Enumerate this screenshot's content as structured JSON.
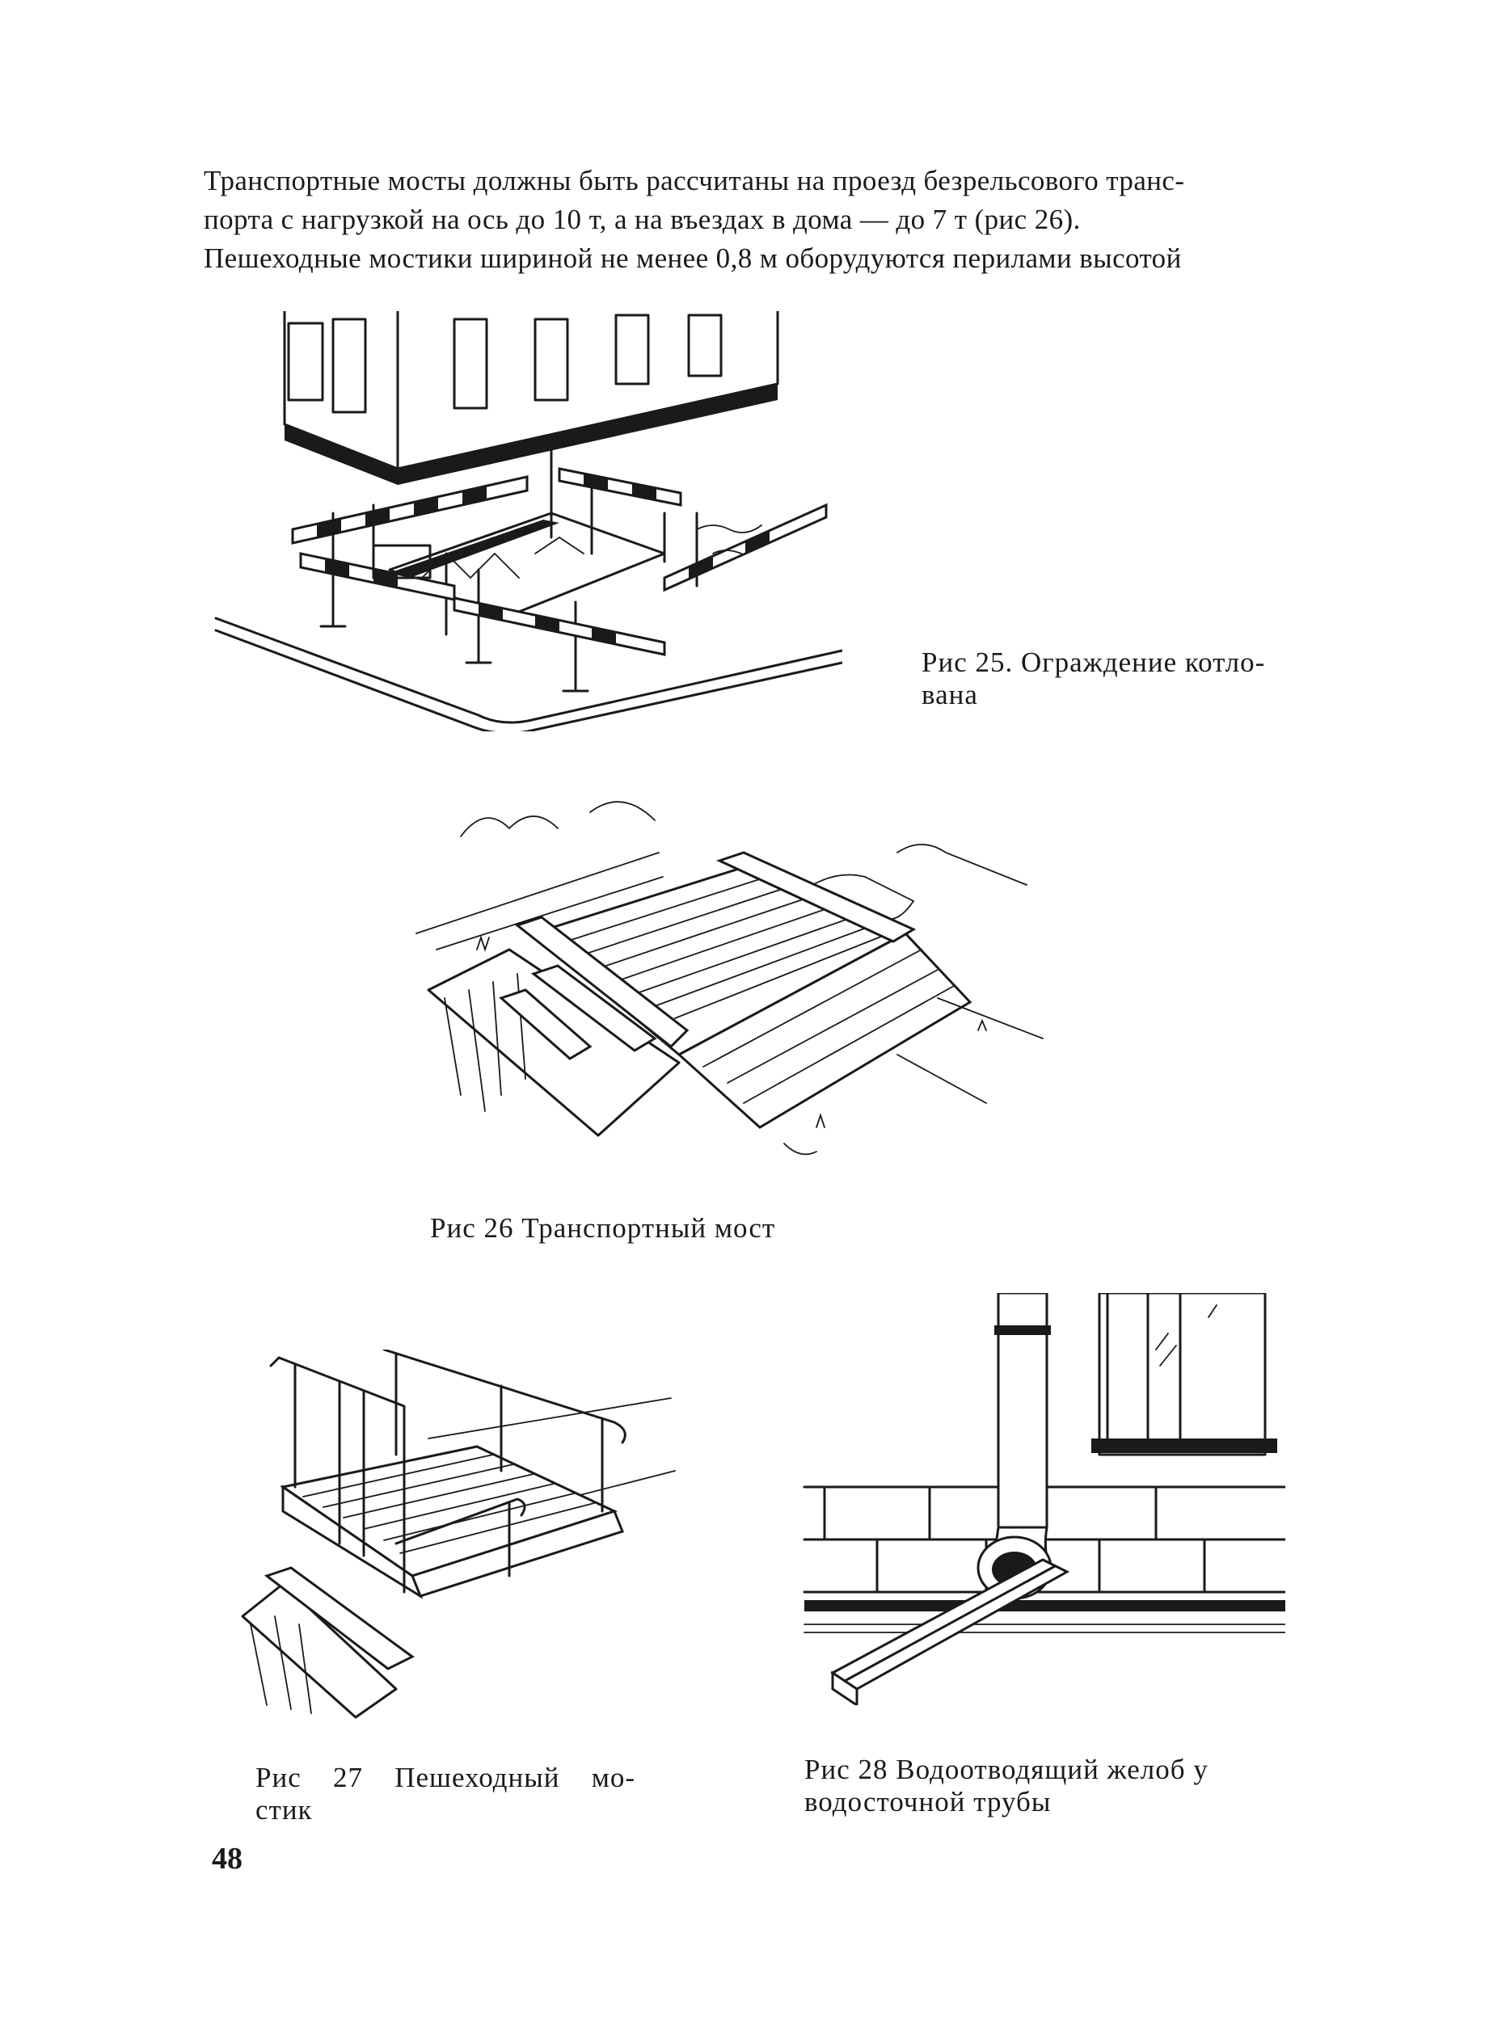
{
  "page": {
    "text_lines": [
      "Транспортные мосты должны быть рассчитаны на проезд безрельсового транс-",
      "порта с нагрузкой на ось до 10 т, а на въездах в дома — до 7 т (рис 26).",
      "Пешеходные мостики шириной не менее 0,8 м оборудуются перилами высотой"
    ],
    "page_number": "48"
  },
  "figures": [
    {
      "id": "fig25",
      "caption_lines": [
        "Рис 25. Ограждение котло-",
        "вана"
      ]
    },
    {
      "id": "fig26",
      "caption_lines": [
        "Рис 26 Транспортный мост"
      ]
    },
    {
      "id": "fig27",
      "caption_lines": [
        "Рис 27 Пешеходный мо-",
        "стик"
      ]
    },
    {
      "id": "fig28",
      "caption_lines": [
        "Рис 28 Водоотводящий желоб у",
        "водосточной трубы"
      ]
    }
  ]
}
